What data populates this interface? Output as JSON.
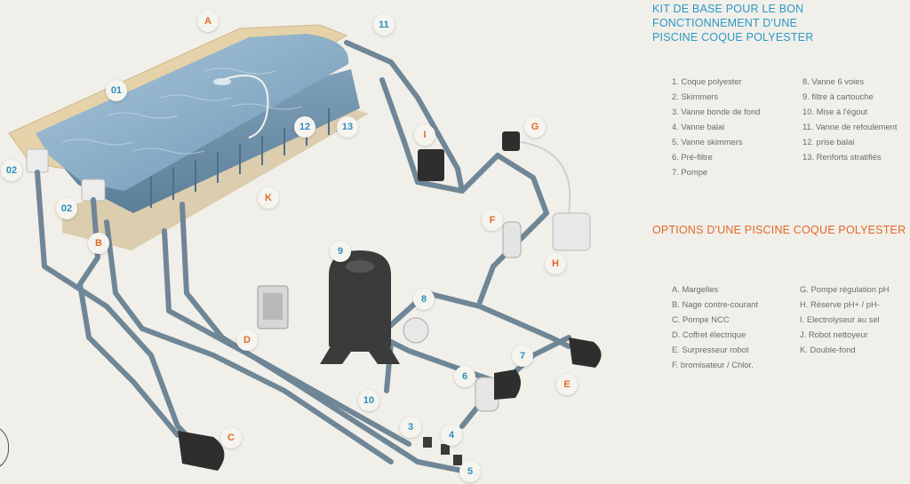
{
  "panel": {
    "base_title_line1": "KIT DE BASE POUR LE BON FONCTIONNEMENT D'UNE",
    "base_title_line2": "PISCINE COQUE POLYESTER",
    "base_items_col1": [
      "1. Coque polyester",
      "2. Skimmers",
      "3. Vanne bonde de fond",
      "4. Vanne balai",
      "5. Vanne skimmers",
      "6. Pré-filtre",
      "7. Pompe"
    ],
    "base_items_col2": [
      "8. Vanne 6 voies",
      "9. filtre à cartouche",
      "10. Mise à l'égout",
      "11. Vanne de refoulement",
      "12. prise balai",
      "13. Renforts stratifiés"
    ],
    "options_title": "OPTIONS D'UNE PISCINE COQUE POLYESTER",
    "options_col1": [
      "A. Margelles",
      "B. Nage contre-courant",
      "C. Pompe NCC",
      "D. Coffret électrique",
      "E. Surpresseur robot",
      "F. bromisateur / Chlor."
    ],
    "options_col2": [
      "G. Pompe régulation pH",
      "H. Réserve pH+ / pH-",
      "I. Electrolyseur au sel",
      "J. Robot nettoyeur",
      "K. Double-fond"
    ]
  },
  "callouts": {
    "n01": "01",
    "n02a": "02",
    "n02b": "02",
    "n3": "3",
    "n4": "4",
    "n5": "5",
    "n6": "6",
    "n7": "7",
    "n8": "8",
    "n9": "9",
    "n10": "10",
    "n11": "11",
    "n12": "12",
    "n13": "13",
    "A": "A",
    "B": "B",
    "C": "C",
    "D": "D",
    "E": "E",
    "F": "F",
    "G": "G",
    "H": "H",
    "I": "I",
    "K": "K"
  },
  "colors": {
    "background": "#f1efe9",
    "title_blue": "#2c98c6",
    "title_orange": "#e06a2a",
    "pipe": "#6f8696",
    "water": "#8fb3cc",
    "coping": "#e6d2a8"
  }
}
